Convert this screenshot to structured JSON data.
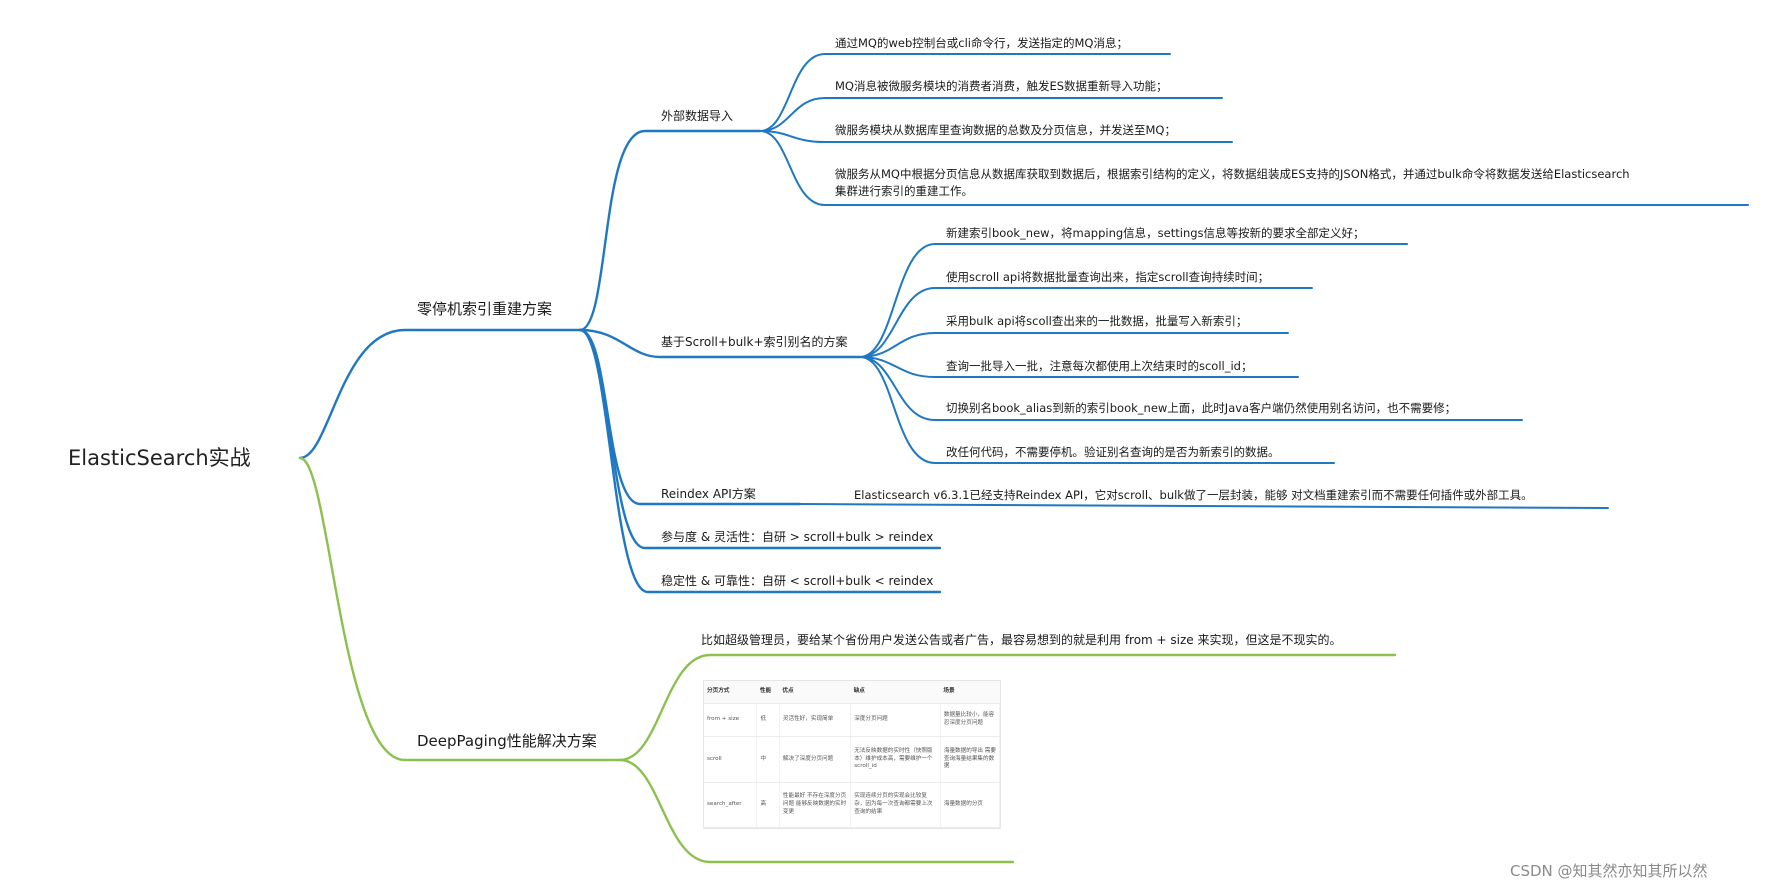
{
  "root": {
    "label": "ElasticSearch实战"
  },
  "branches": {
    "zero_downtime": {
      "label": "零停机索引重建方案"
    },
    "deep_paging": {
      "label": "DeepPaging性能解决方案"
    }
  },
  "external_import": {
    "label": "外部数据导入",
    "steps": [
      "通过MQ的web控制台或cli命令行，发送指定的MQ消息；",
      "MQ消息被微服务模块的消费者消费，触发ES数据重新导入功能；",
      "微服务模块从数据库里查询数据的总数及分页信息，并发送至MQ；",
      "微服务从MQ中根据分页信息从数据库获取到数据后，根据索引结构的定义，将数据组装成ES支持的JSON格式，并通过bulk命令将数据发送给Elasticsearch",
      "集群进行索引的重建工作。"
    ]
  },
  "scroll_bulk": {
    "label": "基于Scroll+bulk+索引别名的方案",
    "steps": [
      "新建索引book_new，将mapping信息，settings信息等按新的要求全部定义好；",
      "使用scroll api将数据批量查询出来，指定scroll查询持续时间；",
      "采用bulk api将scoll查出来的一批数据，批量写入新索引；",
      "查询一批导入一批，注意每次都使用上次结束时的scoll_id；",
      "切换别名book_alias到新的索引book_new上面，此时Java客户端仍然使用别名访问，也不需要修；",
      "改任何代码，不需要停机。验证别名查询的是否为新索引的数据。"
    ]
  },
  "reindex": {
    "label": "Reindex API方案",
    "detail": "Elasticsearch v6.3.1已经支持Reindex API，它对scroll、bulk做了一层封装，能够 对文档重建索引而不需要任何插件或外部工具。"
  },
  "comparisons": {
    "participation": "参与度 & 灵活性：自研 > scroll+bulk > reindex",
    "stability": "稳定性 & 可靠性：自研 < scroll+bulk < reindex"
  },
  "deep_paging_note": "比如超级管理员，要给某个省份用户发送公告或者广告，最容易想到的就是利用 from + size 来实现，但这是不现实的。",
  "paging_table": {
    "headers": [
      "分页方式",
      "性能",
      "优点",
      "缺点",
      "场景"
    ],
    "rows": [
      [
        "from + size",
        "低",
        "灵活性好，实现简单",
        "深度分页问题",
        "数据量比较小，能容忍深度分页问题"
      ],
      [
        "scroll",
        "中",
        "解决了深度分页问题",
        "无法反映数据的实时性（快照版本）维护成本高，需要维护一个 scroll_id",
        "海量数据的导出 需要查询海量结果集的数据"
      ],
      [
        "search_after",
        "高",
        "性能最好 不存在深度分页问题 能够反映数据的实时变更",
        "实现连续分页的实现会比较复杂，因为每一次查询都需要上次查询的结果",
        "海量数据的分页"
      ]
    ]
  },
  "watermark": "CSDN @知其然亦知其所以然",
  "colors": {
    "blue_branch": "#1f78c1",
    "green_branch": "#8cc04f"
  }
}
